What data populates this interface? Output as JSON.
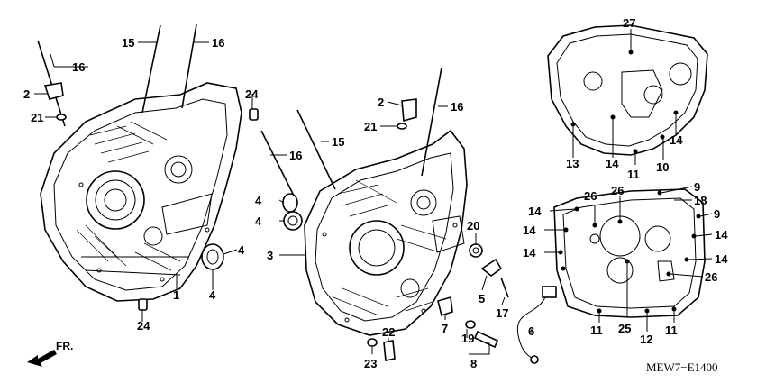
{
  "diagram_code": "MEW7−E1400",
  "direction_label": "FR.",
  "callouts": [
    "1",
    "2",
    "3",
    "4",
    "5",
    "6",
    "7",
    "8",
    "9",
    "10",
    "11",
    "12",
    "13",
    "14",
    "15",
    "16",
    "17",
    "18",
    "19",
    "20",
    "21",
    "22",
    "23",
    "24",
    "25",
    "26",
    "27"
  ]
}
